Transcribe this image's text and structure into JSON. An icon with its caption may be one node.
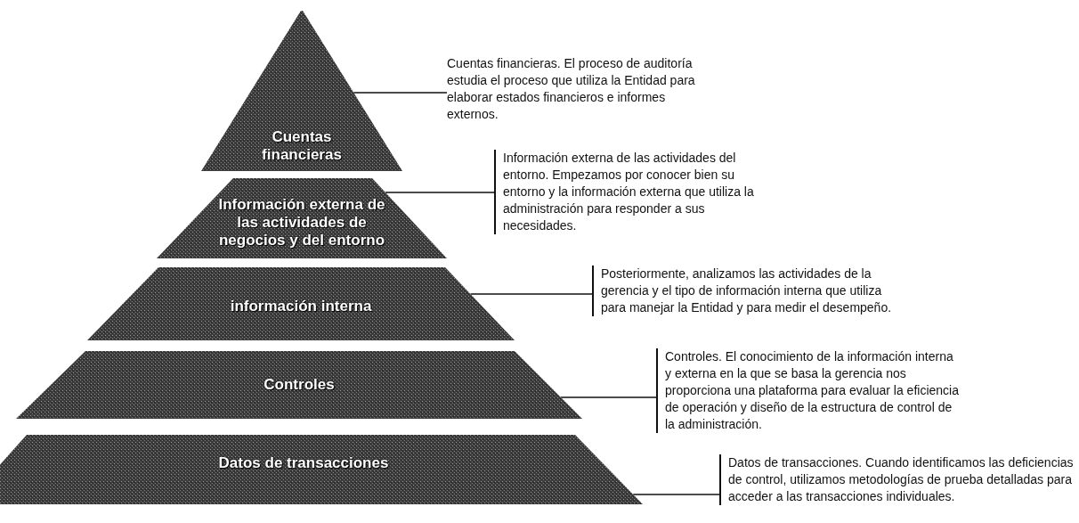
{
  "diagram": {
    "nodes": [
      {
        "text": [
          "Cuentas financieras"
        ]
      },
      {
        "text": [
          "Información externa de las actividades de negocios y del entorno"
        ]
      },
      {
        "text": [
          "información interna"
        ]
      },
      {
        "text": [
          "Controles"
        ]
      },
      {
        "text": [
          "Datos de transacciones"
        ]
      },
      {
        "text": [
          "Cuentas financieras. El proceso de auditoría estudia el proceso que utiliza la Entidad para elaborar estados financieros e informes externos."
        ]
      },
      {
        "text": [
          "Información externa de las actividades del entorno. Empezamos por conocer bien su entorno y la información externa que utiliza la administración para responder a sus necesidades."
        ]
      },
      {
        "text": [
          "Posteriormente, analizamos las actividades de la gerencia y el tipo de información interna que utiliza para manejar la Entidad y para medir el desempeño."
        ]
      },
      {
        "text": [
          "Controles. El conocimiento de la información interna y externa en la que se basa la gerencia nos proporciona una plataforma para evaluar la eficiencia de operación y diseño de la estructura de control de la administración."
        ]
      },
      {
        "text": [
          "Datos de transacciones. Cuando identificamos las deficiencias de control, utilizamos metodologías de prueba detalladas para acceder a las transacciones individuales."
        ]
      }
    ],
    "edges": [
      {
        "from": 5,
        "to": 0,
        "arrow": "none"
      },
      {
        "from": 6,
        "to": 1,
        "arrow": "none"
      },
      {
        "from": 7,
        "to": 2,
        "arrow": "none"
      },
      {
        "from": 8,
        "to": 3,
        "arrow": "none"
      },
      {
        "from": 9,
        "to": 4,
        "arrow": "none"
      }
    ]
  }
}
